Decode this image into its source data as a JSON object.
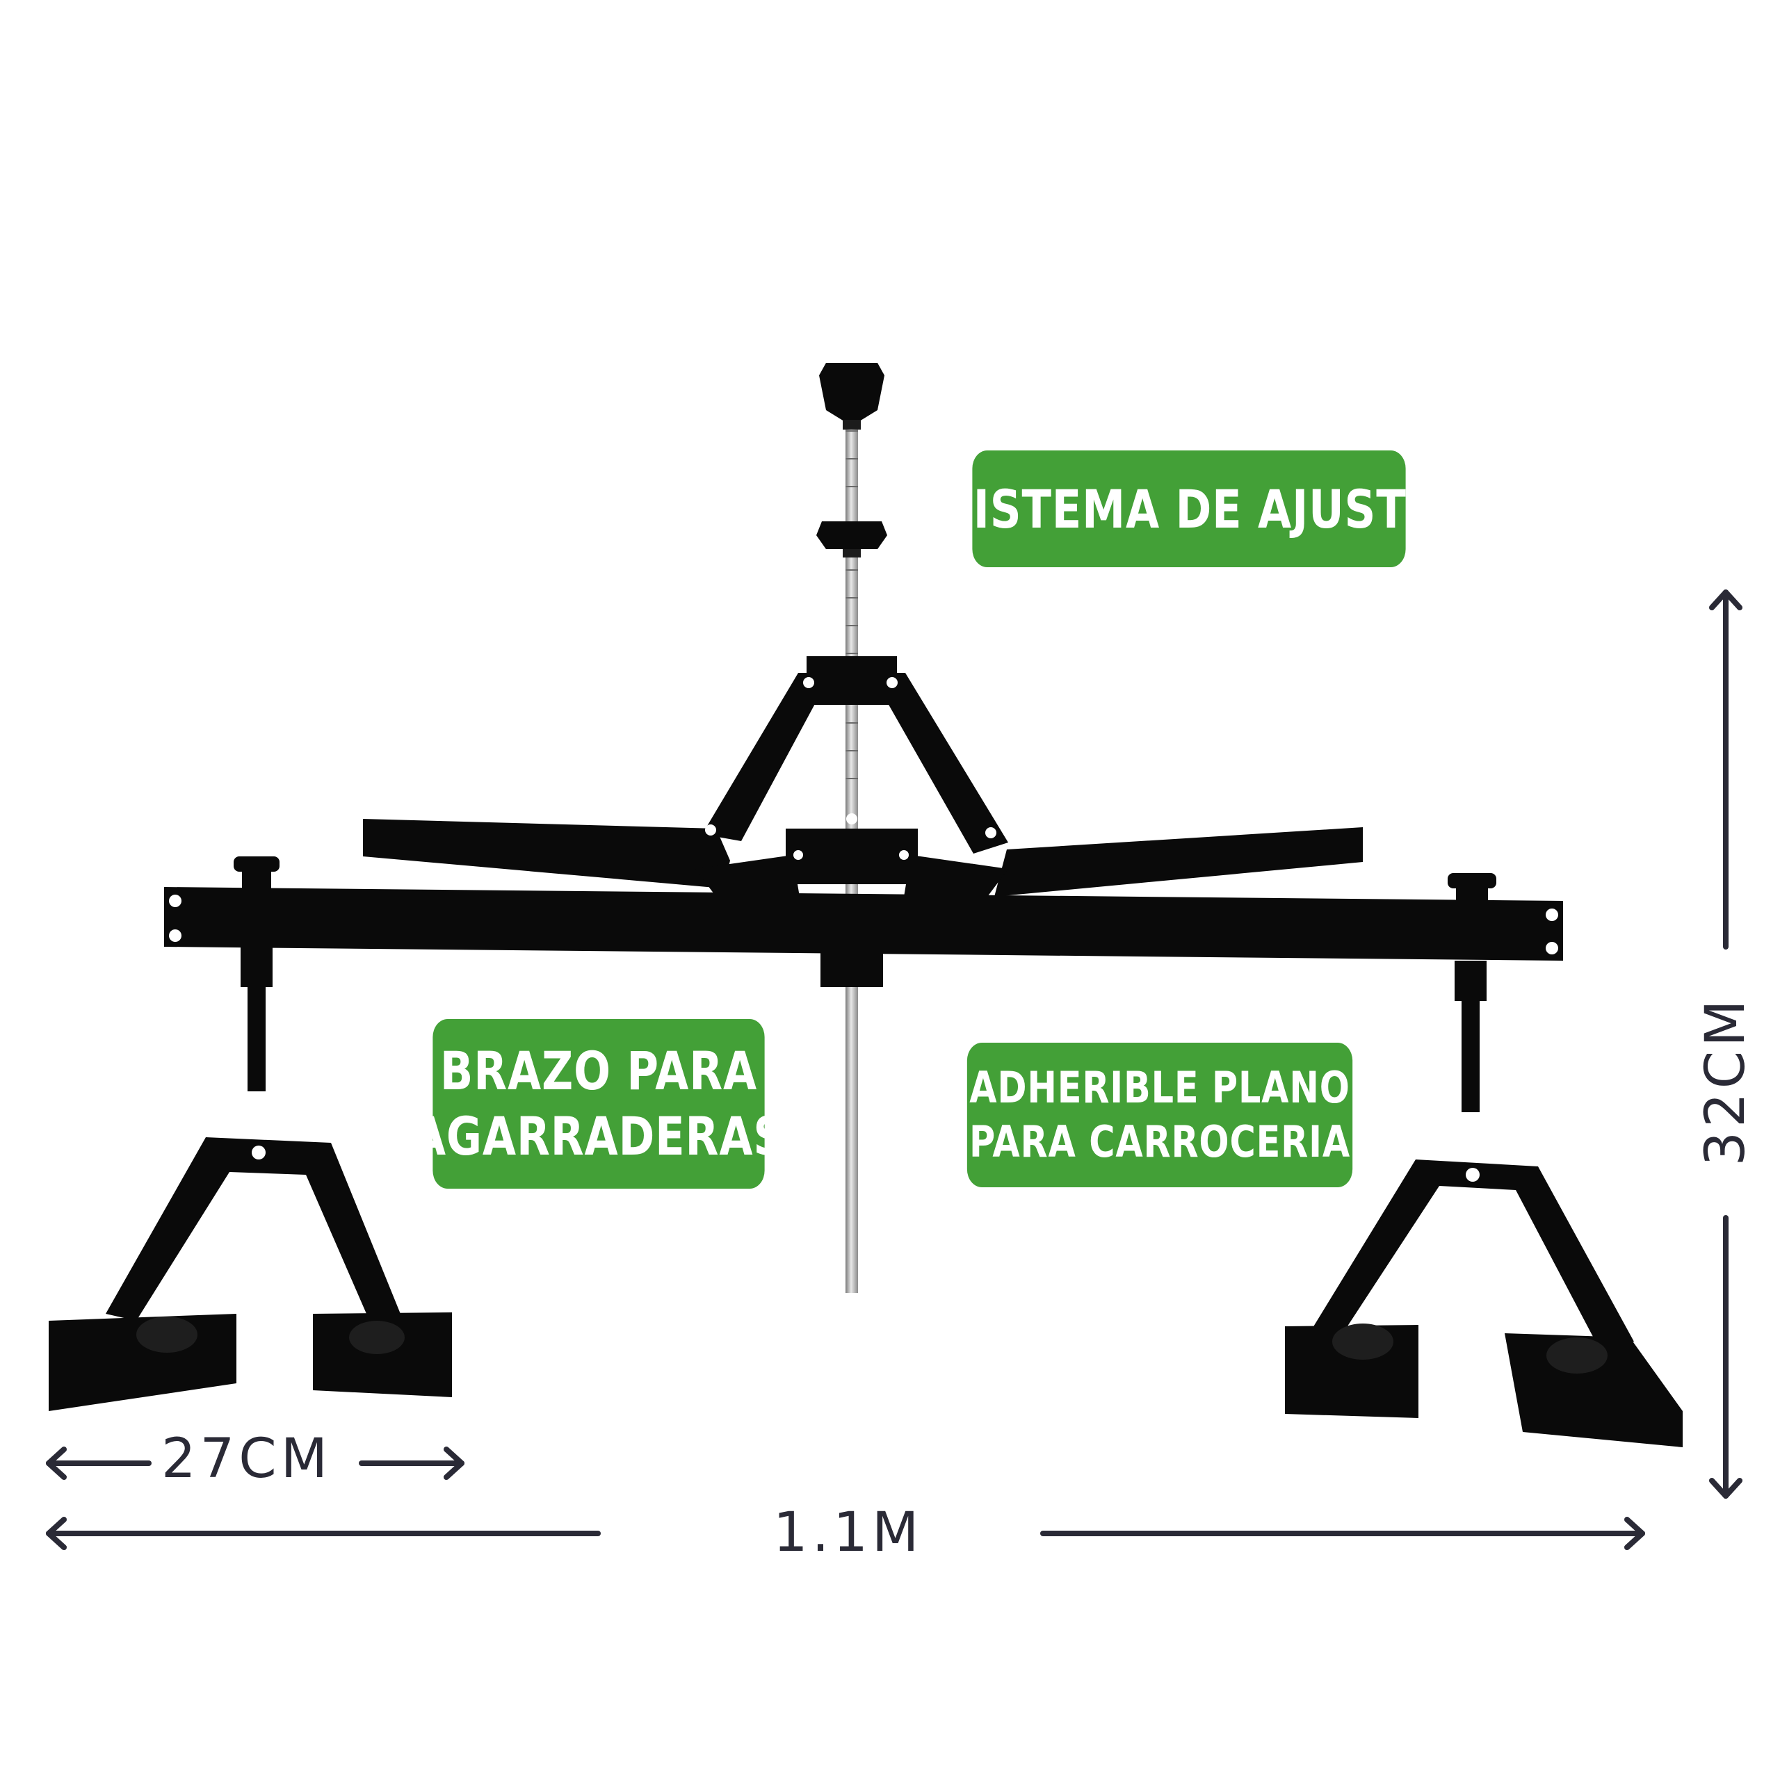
{
  "labels": {
    "adjustment_system": "SISTEMA DE AJUSTE",
    "handle_arm": [
      "BRAZO PARA",
      "AGARRADERAS"
    ],
    "flat_adhesive": [
      "ADHERIBLE PLANO",
      "PARA CARROCERIA"
    ]
  },
  "dimensions": {
    "foot_width": "27CM",
    "total_length": "1.1M",
    "height": "32CM"
  },
  "colors": {
    "label_background": "#43a037",
    "label_text": "#ffffff",
    "dimension_line": "#2a2a36",
    "tool_body": "#0a0a0a",
    "threaded_rod": "#b8b8b8"
  }
}
